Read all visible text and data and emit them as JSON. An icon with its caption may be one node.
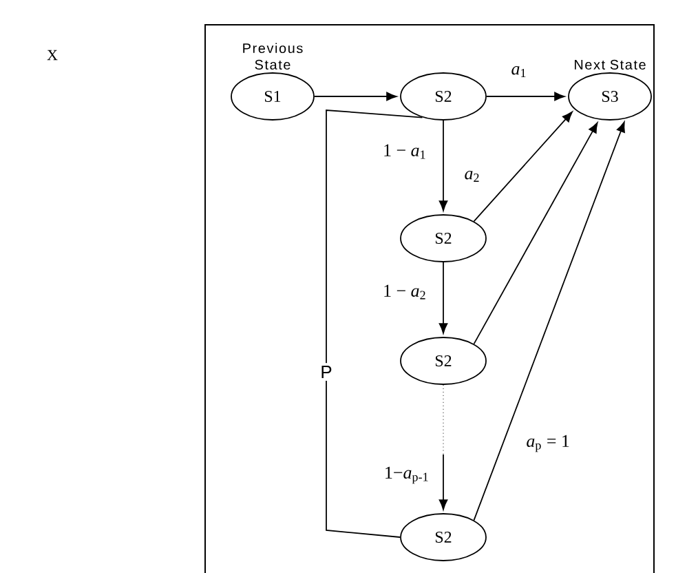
{
  "diagram": {
    "nodes": [
      {
        "text": [
          "Previous State",
          "S1"
        ]
      },
      {
        "text": [
          "S2"
        ]
      },
      {
        "text": [
          "Next State",
          "S3"
        ]
      },
      {
        "text": [
          "S2"
        ]
      },
      {
        "text": [
          "S2"
        ]
      },
      {
        "text": [
          "S2"
        ]
      }
    ],
    "edges": [
      {
        "from": 0,
        "to": 1,
        "arrow": "to"
      },
      {
        "from": 1,
        "to": 2,
        "arrow": "to",
        "label": "*a*$_{1}$"
      },
      {
        "from": 1,
        "to": 3,
        "arrow": "to",
        "label": "1 − *a*$_{1}$"
      },
      {
        "from": 3,
        "to": 2,
        "arrow": "to",
        "label": "*a*$_{2}$"
      },
      {
        "from": 3,
        "to": 4,
        "arrow": "to",
        "label": "1 − *a*$_{2}$"
      },
      {
        "from": 4,
        "to": 2,
        "arrow": "to"
      },
      {
        "from": 4,
        "to": 5,
        "arrow": "to",
        "style": "dashed",
        "label": "1−*a*$_{p-1}$"
      },
      {
        "from": 5,
        "to": 2,
        "arrow": "to",
        "label": "*a*$_{p}$ = 1"
      },
      {
        "from": 5,
        "to": 1,
        "arrow": "none",
        "label": "P"
      }
    ],
    "labels": [
      "X"
    ]
  }
}
